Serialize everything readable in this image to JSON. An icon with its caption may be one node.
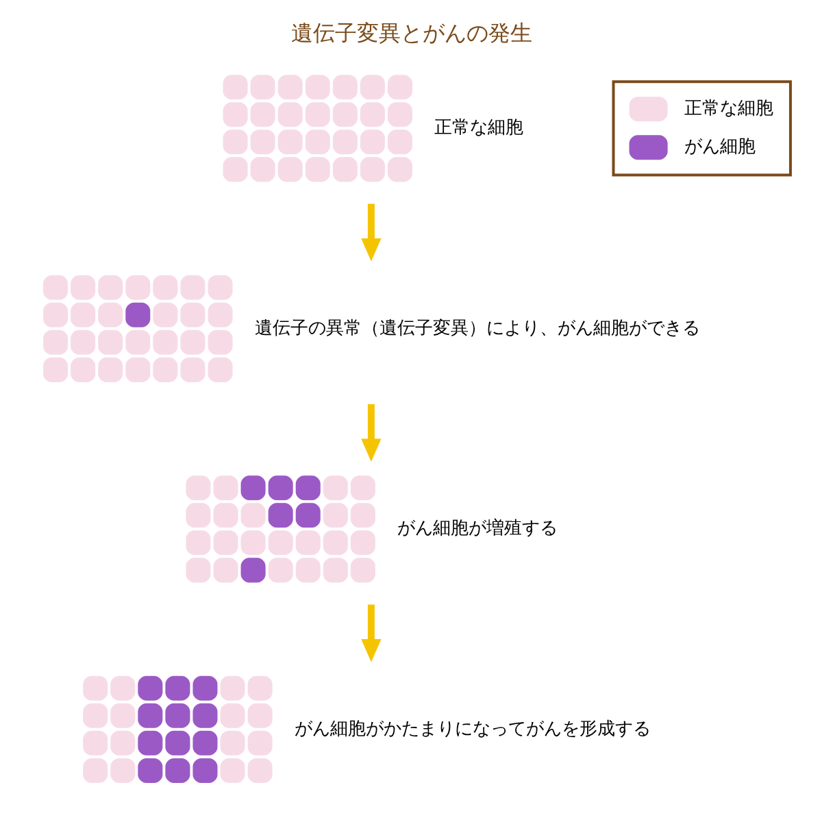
{
  "diagram": {
    "title": "遺伝子変異とがんの発生",
    "nodes": [
      {
        "text": [],
        "shape": "picture",
        "beside": [
          "正常な細胞"
        ]
      },
      {
        "text": [],
        "shape": "picture",
        "beside": [
          "遺伝子の異常（遺伝子変異）により、がん細胞ができる"
        ]
      },
      {
        "text": [],
        "shape": "picture",
        "beside": [
          "がん細胞が増殖する"
        ]
      },
      {
        "text": [],
        "shape": "picture",
        "beside": [
          "がん細胞がかたまりになってがんを形成する"
        ]
      }
    ],
    "edges": [
      {
        "from": 0,
        "to": 1,
        "arrow": "to"
      },
      {
        "from": 1,
        "to": 2,
        "arrow": "to"
      },
      {
        "from": 2,
        "to": 3,
        "arrow": "to"
      }
    ],
    "legend": [
      {
        "text": "正常な細胞"
      },
      {
        "text": "がん細胞"
      }
    ]
  }
}
